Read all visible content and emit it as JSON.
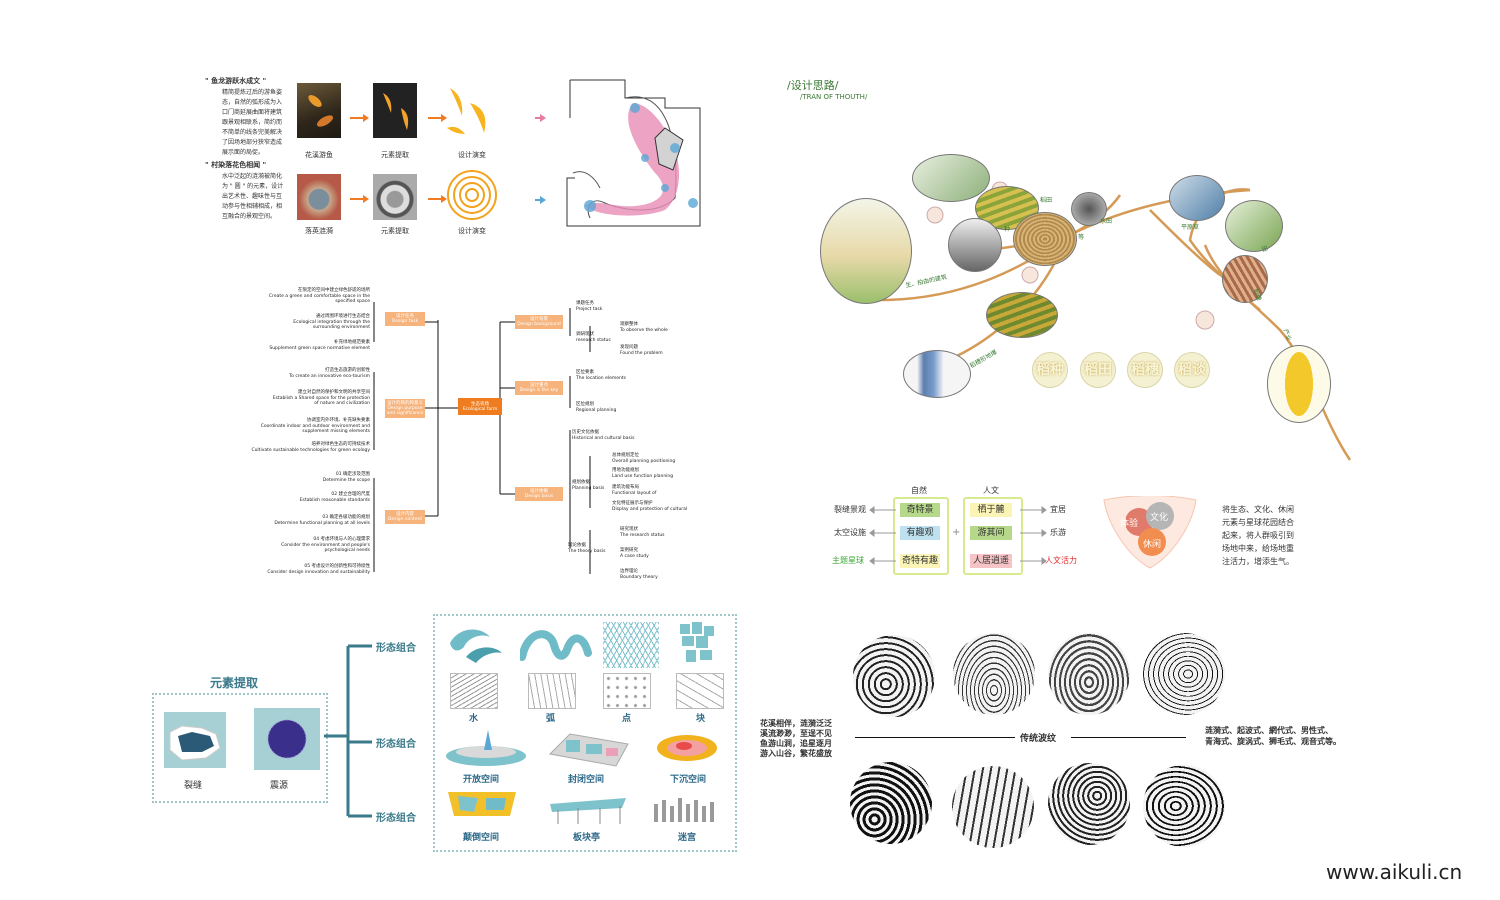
{
  "fish": {
    "title1": "\" 鱼龙游跃水成文 \"",
    "desc1": "精简提炼过后的游鱼姿态，自然的弧形成为入口门商延展曲面将建筑跟景观相联系，简约而不简单的线条完美解决了因场地部分狭窄造成展示面的局促。",
    "cap1a": "花溪游鱼",
    "cap1b": "元素提取",
    "cap1c": "设计演变",
    "title2": "\" 村染落花色相闻 \"",
    "desc2": "水中泛起的涟漪被简化为 \" 圆 \" 的元素，设计出艺术性、趣味性与互动参与性相辅相成，相互融合的景观空间。",
    "cap2a": "落英涟漪",
    "cap2b": "元素提取",
    "cap2c": "设计演变"
  },
  "mindmap": {
    "center": "生态农场\nEcological farm",
    "left_boxes": [
      "设计任务\nDesign task",
      "设计的目的和意义\nDesign purpose and significance",
      "设计内容\nDesign content"
    ],
    "right_boxes": [
      "设计背景\nDesign background",
      "设计重点\nDesign is the key",
      "设计依据\nDesign basis"
    ],
    "left_leaves": [
      [
        "在限定的空间中建立绿色舒适的场所",
        "Create a green and comfortable space in the",
        "specified space"
      ],
      [
        "通过周围环境进行生态结合",
        "Ecological integration through the",
        "surrounding environment"
      ],
      [
        "补充绿地规范要素",
        "Supplement green space normative element"
      ],
      [
        "打造生态旅游的创新性",
        "To create an innovative eco-tourism"
      ],
      [
        "建立对自然的保护和文明的共享空间",
        "Establish a Shared space for the protection",
        "of nature and civilization"
      ],
      [
        "协调室内外环境、补充缺失要素",
        "Coordinate indoor and outdoor environment and",
        "supplement missing elements"
      ],
      [
        "培养对绿色生态的可持续技术",
        "Cultivate sustainable technologies for green ecology"
      ],
      [
        "01 确定涉及范围",
        "Determine the scope"
      ],
      [
        "02 建立合理的尺度",
        "Establish reasonable standards"
      ],
      [
        "03 确定各级功能的规划",
        "Determine functional planning at all levels"
      ],
      [
        "04 考虑环境与人的心理需求",
        "Consider the environment and people's",
        "psychological needs"
      ],
      [
        "05 考虑设计的创新性和可持续性",
        "Consider design innovation and sustainability"
      ]
    ],
    "right_leaves": [
      [
        "课题任务",
        "Project task"
      ],
      [
        "调研现状",
        "research status"
      ],
      [
        "观察整体",
        "To observe the whole"
      ],
      [
        "发现问题",
        "Found the problem"
      ],
      [
        "区位要素",
        "The location elements"
      ],
      [
        "区位规划",
        "Regional planning"
      ],
      [
        "历史文化依据",
        "Historical and cultural basis"
      ],
      [
        "规划依据",
        "Planning basis"
      ],
      [
        "总体规划定位",
        "Overall planning positioning"
      ],
      [
        "用地功能规划",
        "Land use function planning"
      ],
      [
        "建筑功能布局",
        "Functional layout of"
      ],
      [
        "文化特征展示与保护",
        "Display and protection of cultural"
      ],
      [
        "理论依据",
        "The theory basis"
      ],
      [
        "研究现状",
        "The research status"
      ],
      [
        "案例研究",
        "A case study"
      ],
      [
        "边界理论",
        "Boundary theory"
      ]
    ]
  },
  "design_idea": {
    "title": "/设计思路/",
    "subtitle": "/TRAN OF THOUTH/",
    "branch_labels": [
      "生、拍由的建筑",
      "稻田",
      "水田",
      "平原草",
      "等",
      "稻穗",
      "产业",
      "稻穗形地爆",
      "种",
      "田"
    ],
    "rice_tags": [
      "稻种",
      "稻田",
      "稻穗",
      "稻谈"
    ]
  },
  "concept": {
    "col1_head": "自然",
    "col2_head": "人文",
    "left_labels": [
      "裂缝景观",
      "太空设施",
      "主题星球"
    ],
    "col1": [
      "奇特景",
      "有趣观",
      "奇特有趣"
    ],
    "col2": [
      "栖于麓",
      "游其间",
      "人居逍遥"
    ],
    "right_labels": [
      "宜居",
      "乐游",
      "人文活力"
    ],
    "venn": [
      "体验",
      "文化",
      "休闲"
    ],
    "desc": "将生态、文化、休闲元素与星球花园结合起来，将人群吸引到场地中来，给场地重注活力，增添生气。",
    "colors": {
      "green": "#3aaa35",
      "red": "#e0292b",
      "yellow_fill": "#fbf4b6",
      "green_fill": "#b6d88b",
      "blue_fill": "#bde1ef",
      "pink_fill": "#f6c4c7"
    }
  },
  "elements": {
    "title": "元素提取",
    "items": [
      "裂缝",
      "震源"
    ],
    "branch_labels": [
      "形态组合",
      "形态组合",
      "形态组合"
    ],
    "row1": [
      "水",
      "弧",
      "点",
      "块"
    ],
    "row2": [
      "开放空间",
      "封闭空间",
      "下沉空间"
    ],
    "row3": [
      "颠倒空间",
      "板块亭",
      "迷宫"
    ]
  },
  "waves": {
    "left_text": "花溪相伴，涟漪泛泛\n溪流渺渺，至逞不见\n鱼游山涧，追星逐月\n游入山谷，繁花盛放",
    "center_label": "传统波纹",
    "right_text": "涟漪式、起波式、網代式、男性式、\n青海式、旋涡式、狮毛式、观音式等。"
  },
  "watermark": "www.aikuli.cn"
}
